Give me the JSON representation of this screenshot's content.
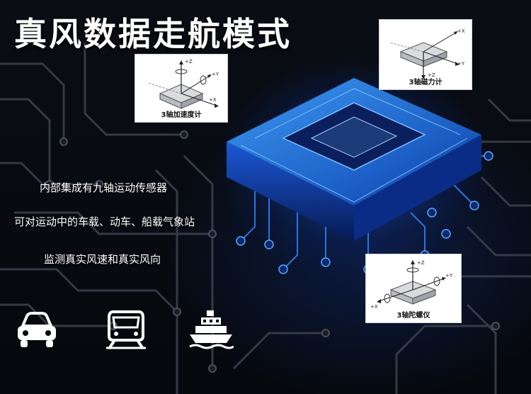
{
  "title": "真风数据走航模式",
  "sensors": {
    "accelerometer": {
      "caption": "3轴加速度计",
      "axes": {
        "z": "+Z",
        "y": "+Y",
        "x": "+X"
      }
    },
    "magnetometer": {
      "caption": "3轴磁力计",
      "axes": {
        "z": "+Z",
        "y": "+Y",
        "x": "+X"
      }
    },
    "gyroscope": {
      "caption": "3轴陀螺仪",
      "axes": {
        "z": "+Z",
        "y": "+Y",
        "x": "+X"
      }
    }
  },
  "features": [
    "内部集成有九轴运动传感器",
    "可对运动中的车载、动车、船载气象站",
    "监测真实风速和真实风向"
  ],
  "icons": [
    "car-icon",
    "train-icon",
    "ship-icon"
  ],
  "colors": {
    "background": "#05070c",
    "glow": "#1e6eff",
    "text": "#ffffff"
  }
}
